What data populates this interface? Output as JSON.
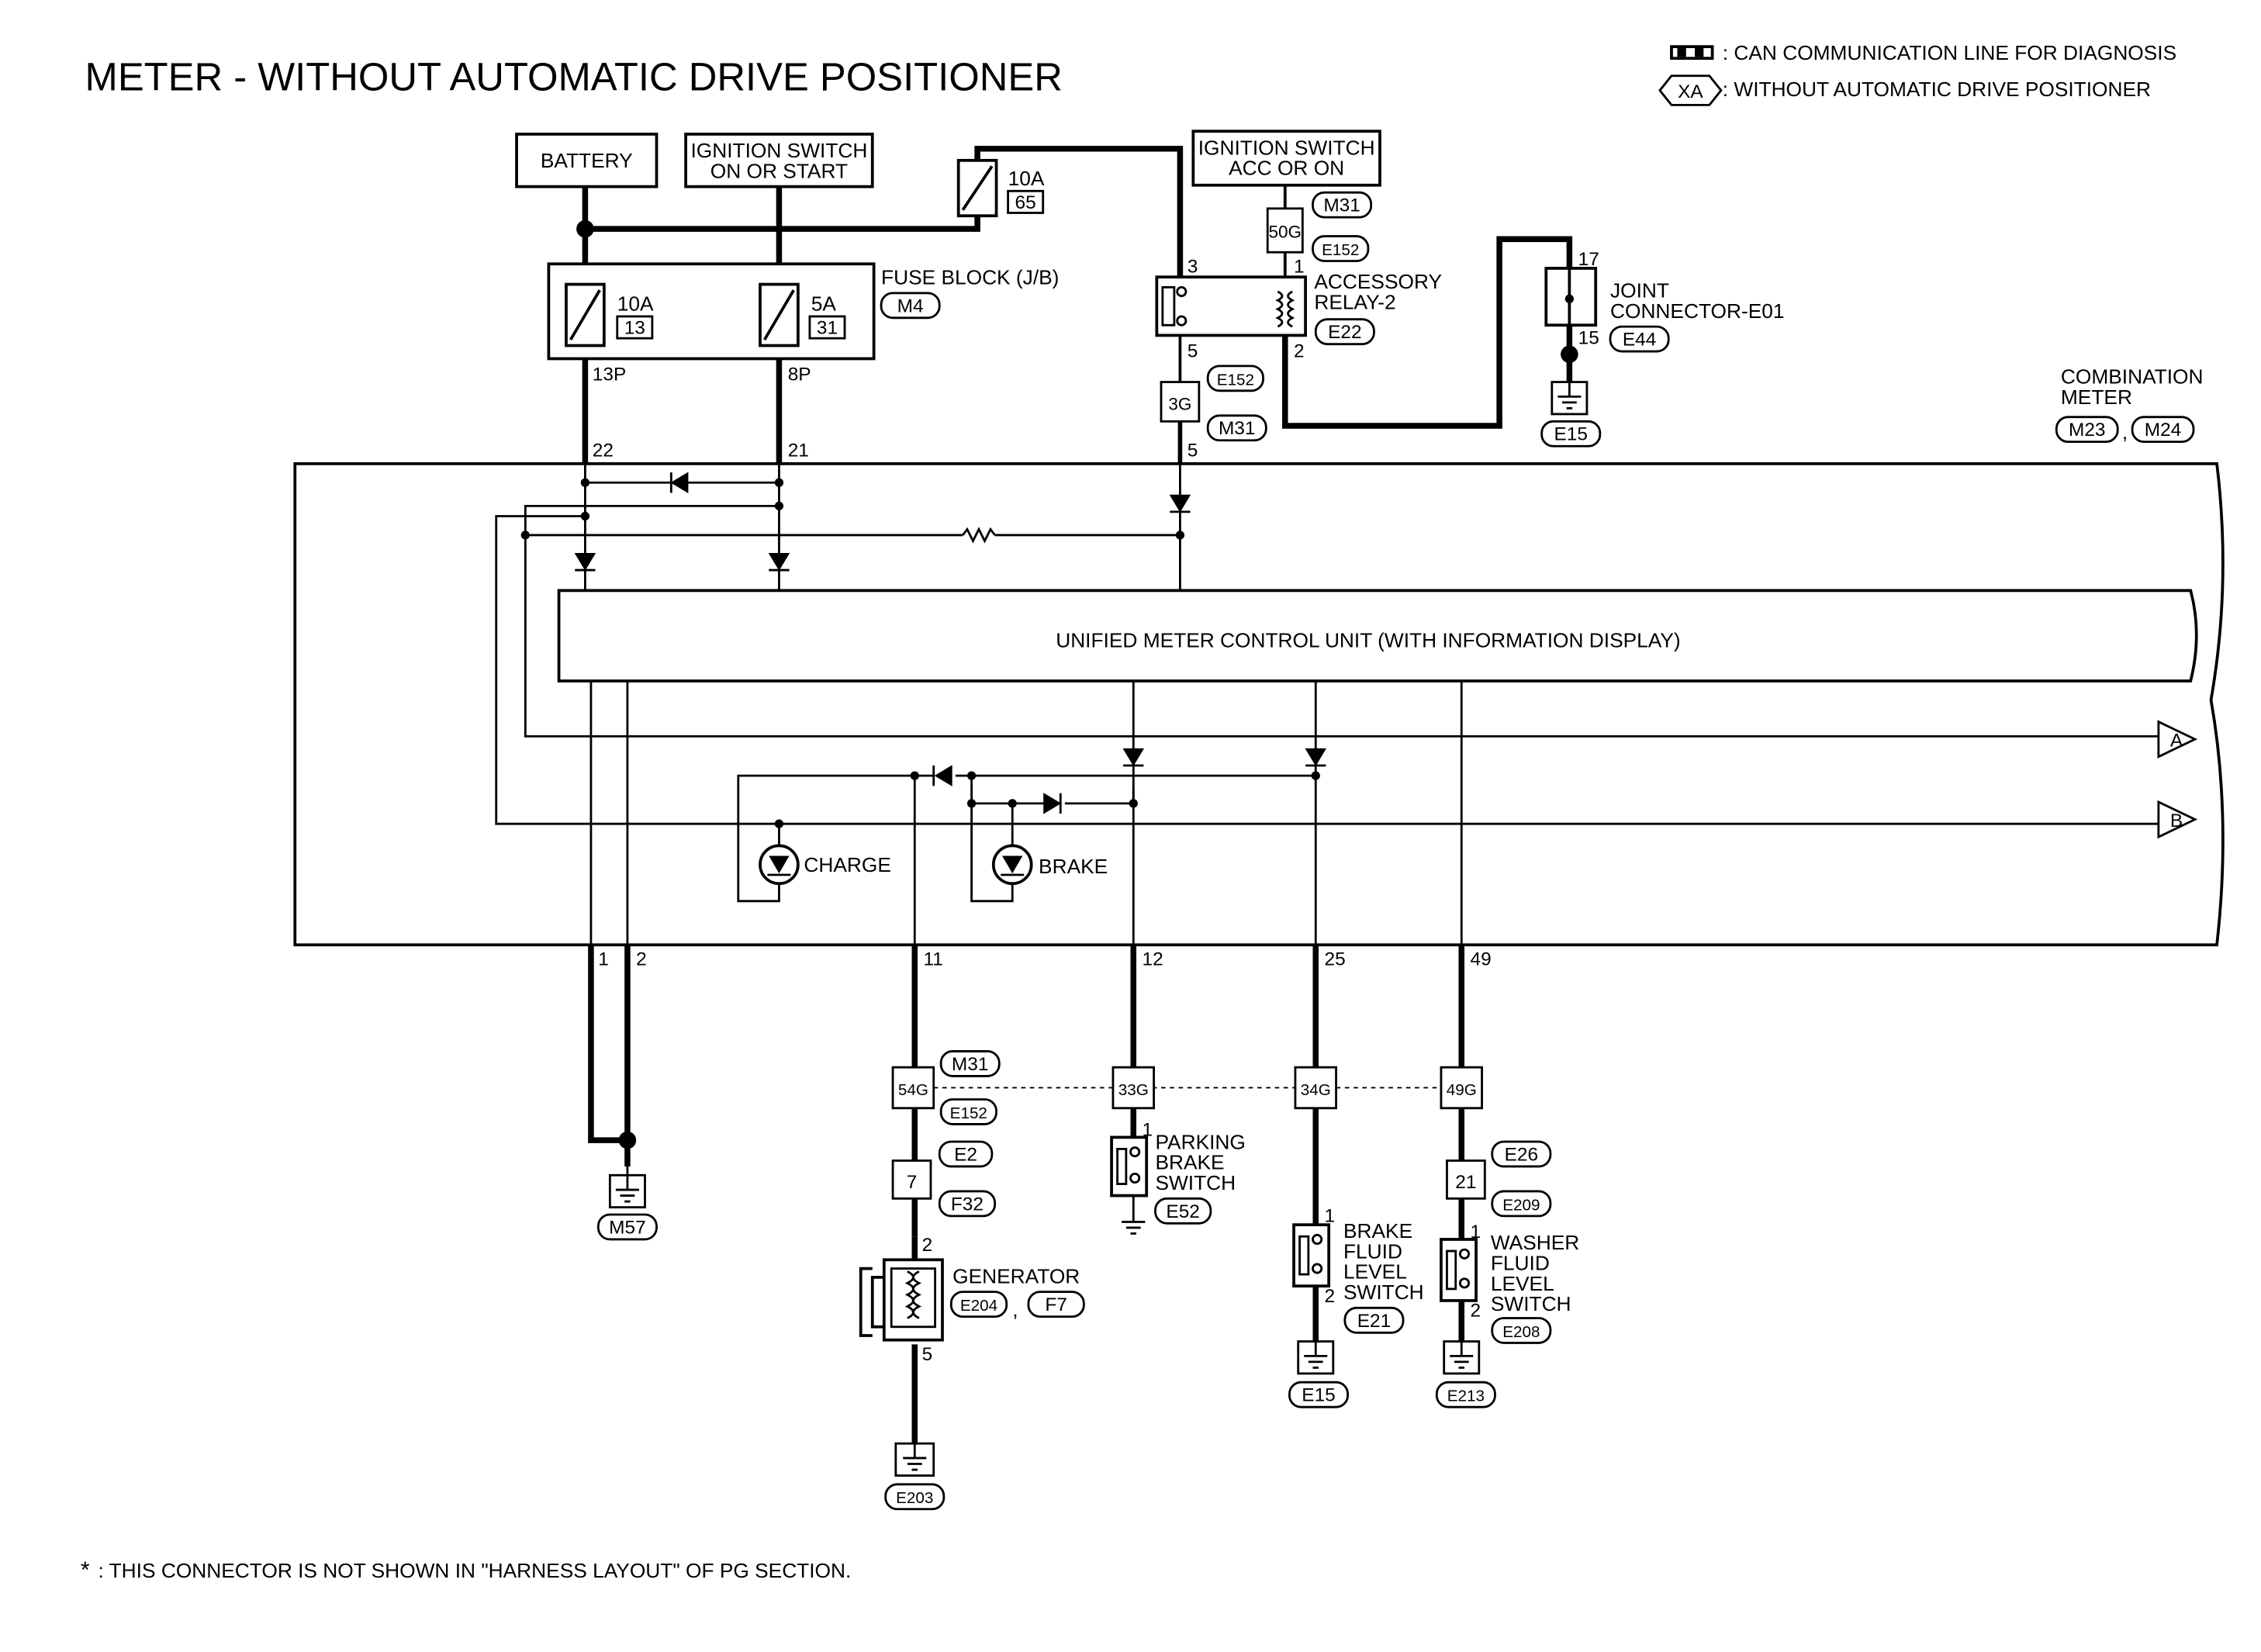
{
  "title": "METER - WITHOUT AUTOMATIC DRIVE POSITIONER",
  "legend": {
    "can_line": ": CAN COMMUNICATION LINE FOR DIAGNOSIS",
    "xa_tag": "XA",
    "xa_text": ": WITHOUT AUTOMATIC DRIVE POSITIONER"
  },
  "power": {
    "battery": "BATTERY",
    "ign_on_start_1": "IGNITION SWITCH",
    "ign_on_start_2": "ON OR START",
    "ign_acc_on_1": "IGNITION SWITCH",
    "ign_acc_on_2": "ACC OR ON"
  },
  "fuses": {
    "f65_rating": "10A",
    "f65_num": "65",
    "f13_rating": "10A",
    "f13_num": "13",
    "f31_rating": "5A",
    "f31_num": "31",
    "fuse_block": "FUSE BLOCK (J/B)",
    "fuse_block_conn": "M4",
    "pin_13p": "13P",
    "pin_8p": "8P"
  },
  "relay": {
    "name_1": "ACCESSORY",
    "name_2": "RELAY-2",
    "conn": "E22",
    "p3": "3",
    "p1": "1",
    "p5": "5",
    "p2": "2",
    "c50g": "50G",
    "m31_top": "M31",
    "e152_top": "E152",
    "c3g": "3G",
    "e152_mid": "E152",
    "m31_mid": "M31"
  },
  "joint": {
    "name_1": "JOINT",
    "name_2": "CONNECTOR-E01",
    "conn": "E44",
    "p17": "17",
    "p15": "15",
    "ground": "E15"
  },
  "meter": {
    "name_1": "COMBINATION",
    "name_2": "METER",
    "conn_a": "M23",
    "conn_sep": ",",
    "conn_b": "M24",
    "unit": "UNIFIED METER CONTROL UNIT (WITH INFORMATION DISPLAY)",
    "pin_22": "22",
    "pin_21": "21",
    "pin_5": "5",
    "charge": "CHARGE",
    "brake": "BRAKE",
    "arrow_a": "A",
    "arrow_b": "B",
    "pin_1": "1",
    "pin_2": "2",
    "pin_11": "11",
    "pin_12": "12",
    "pin_25": "25",
    "pin_49": "49"
  },
  "harness": {
    "m31": "M31",
    "e152": "E152",
    "c54g": "54G",
    "c33g": "33G",
    "c34g": "34G",
    "c49g": "49G"
  },
  "bottom": {
    "ground_m57": "M57",
    "gen_c7": "7",
    "gen_e2": "E2",
    "gen_f32": "F32",
    "gen_p2": "2",
    "gen_p5": "5",
    "generator": "GENERATOR",
    "gen_e204": "E204",
    "gen_f7": "F7",
    "gen_sep": ",",
    "gen_ground": "E203",
    "pb_p1": "1",
    "pb_1": "PARKING",
    "pb_2": "BRAKE",
    "pb_3": "SWITCH",
    "pb_conn": "E52",
    "bf_p1": "1",
    "bf_p2": "2",
    "bf_1": "BRAKE",
    "bf_2": "FLUID",
    "bf_3": "LEVEL",
    "bf_4": "SWITCH",
    "bf_conn": "E21",
    "bf_ground": "E15",
    "wf_c21": "21",
    "wf_e26": "E26",
    "wf_e209": "E209",
    "wf_p1": "1",
    "wf_p2": "2",
    "wf_1": "WASHER",
    "wf_2": "FLUID",
    "wf_3": "LEVEL",
    "wf_4": "SWITCH",
    "wf_conn": "E208",
    "wf_ground": "E213"
  },
  "footnote": ": THIS CONNECTOR IS NOT SHOWN IN \"HARNESS LAYOUT\" OF PG SECTION."
}
